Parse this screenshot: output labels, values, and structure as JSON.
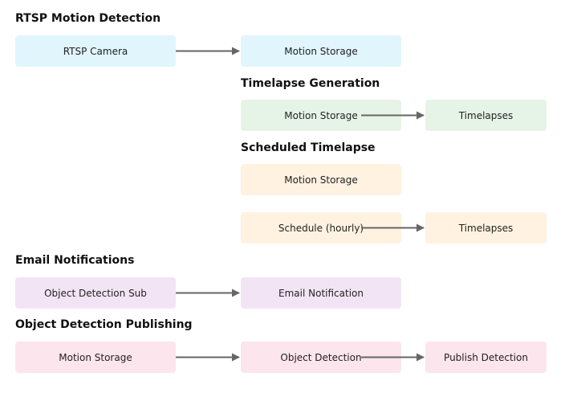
{
  "sections": {
    "rtsp": {
      "title": "RTSP Motion Detection",
      "nodes": [
        "RTSP Camera",
        "Motion Storage"
      ]
    },
    "timelapse": {
      "title": "Timelapse Generation",
      "nodes": [
        "Motion Storage",
        "Timelapses"
      ]
    },
    "scheduled": {
      "title": "Scheduled Timelapse",
      "nodes": [
        "Motion Storage",
        "Schedule (hourly)",
        "Timelapses"
      ]
    },
    "email": {
      "title": "Email Notifications",
      "nodes": [
        "Object Detection Sub",
        "Email Notification"
      ]
    },
    "publishing": {
      "title": "Object Detection Publishing",
      "nodes": [
        "Motion Storage",
        "Object Detection",
        "Publish Detection"
      ]
    }
  },
  "colors": {
    "rtsp": "#e1f5fd",
    "timelapse": "#e6f4e8",
    "scheduled": "#fff2e1",
    "email": "#f3e4f5",
    "publishing": "#fce5ec",
    "arrow": "#666666"
  }
}
